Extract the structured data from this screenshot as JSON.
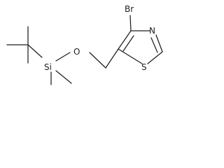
{
  "structure": {
    "atoms": {
      "bromine": "Br",
      "oxygen": "O",
      "silicon": "Si",
      "nitrogen": "N",
      "sulfur": "S"
    },
    "colors": {
      "ink": "#1f1f1f",
      "background": "#ffffff"
    }
  }
}
